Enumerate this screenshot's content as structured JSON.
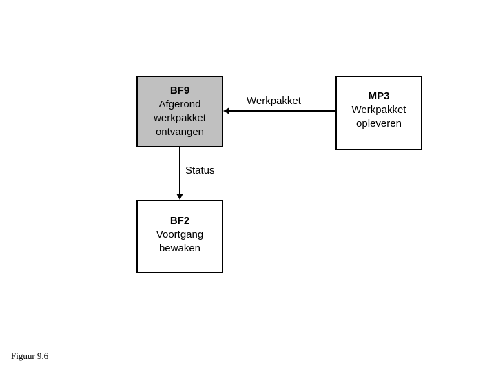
{
  "diagram": {
    "background_color": "#ffffff",
    "line_color": "#000000",
    "boxes": [
      {
        "id": "bf9",
        "code": "BF9",
        "line2": "Afgerond",
        "line3": "werkpakket",
        "line4": "ontvangen",
        "fill_color": "#c0c0c0"
      },
      {
        "id": "mp3",
        "code": "MP3",
        "line2": "Werkpakket",
        "line3": "opleveren",
        "fill_color": "#ffffff"
      },
      {
        "id": "bf2",
        "code": "BF2",
        "line2": "Voortgang",
        "line3": "bewaken",
        "fill_color": "#ffffff"
      }
    ],
    "flows": [
      {
        "id": "werkpakket",
        "label": "Werkpakket",
        "from": "mp3",
        "to": "bf9",
        "direction": "left"
      },
      {
        "id": "status",
        "label": "Status",
        "from": "bf9",
        "to": "bf2",
        "direction": "down"
      }
    ]
  },
  "caption": {
    "text": "Figuur 9.6"
  }
}
